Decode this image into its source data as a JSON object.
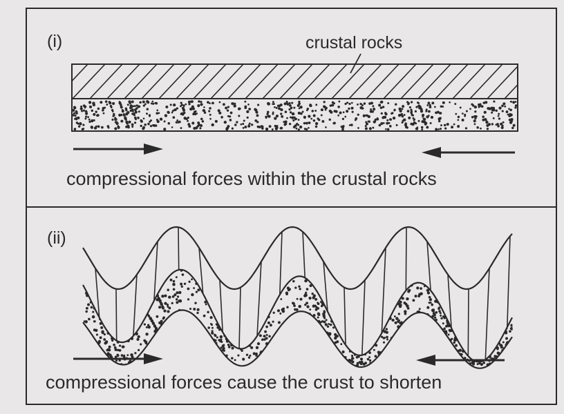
{
  "panel_i": {
    "label": "(i)",
    "layer_label": "crustal rocks",
    "caption": "compressional forces within the crustal rocks"
  },
  "panel_ii": {
    "label": "(ii)",
    "caption": "compressional forces cause the crust to shorten"
  },
  "colors": {
    "ink": "#2a2a2a",
    "paper": "#e9e7e8"
  }
}
